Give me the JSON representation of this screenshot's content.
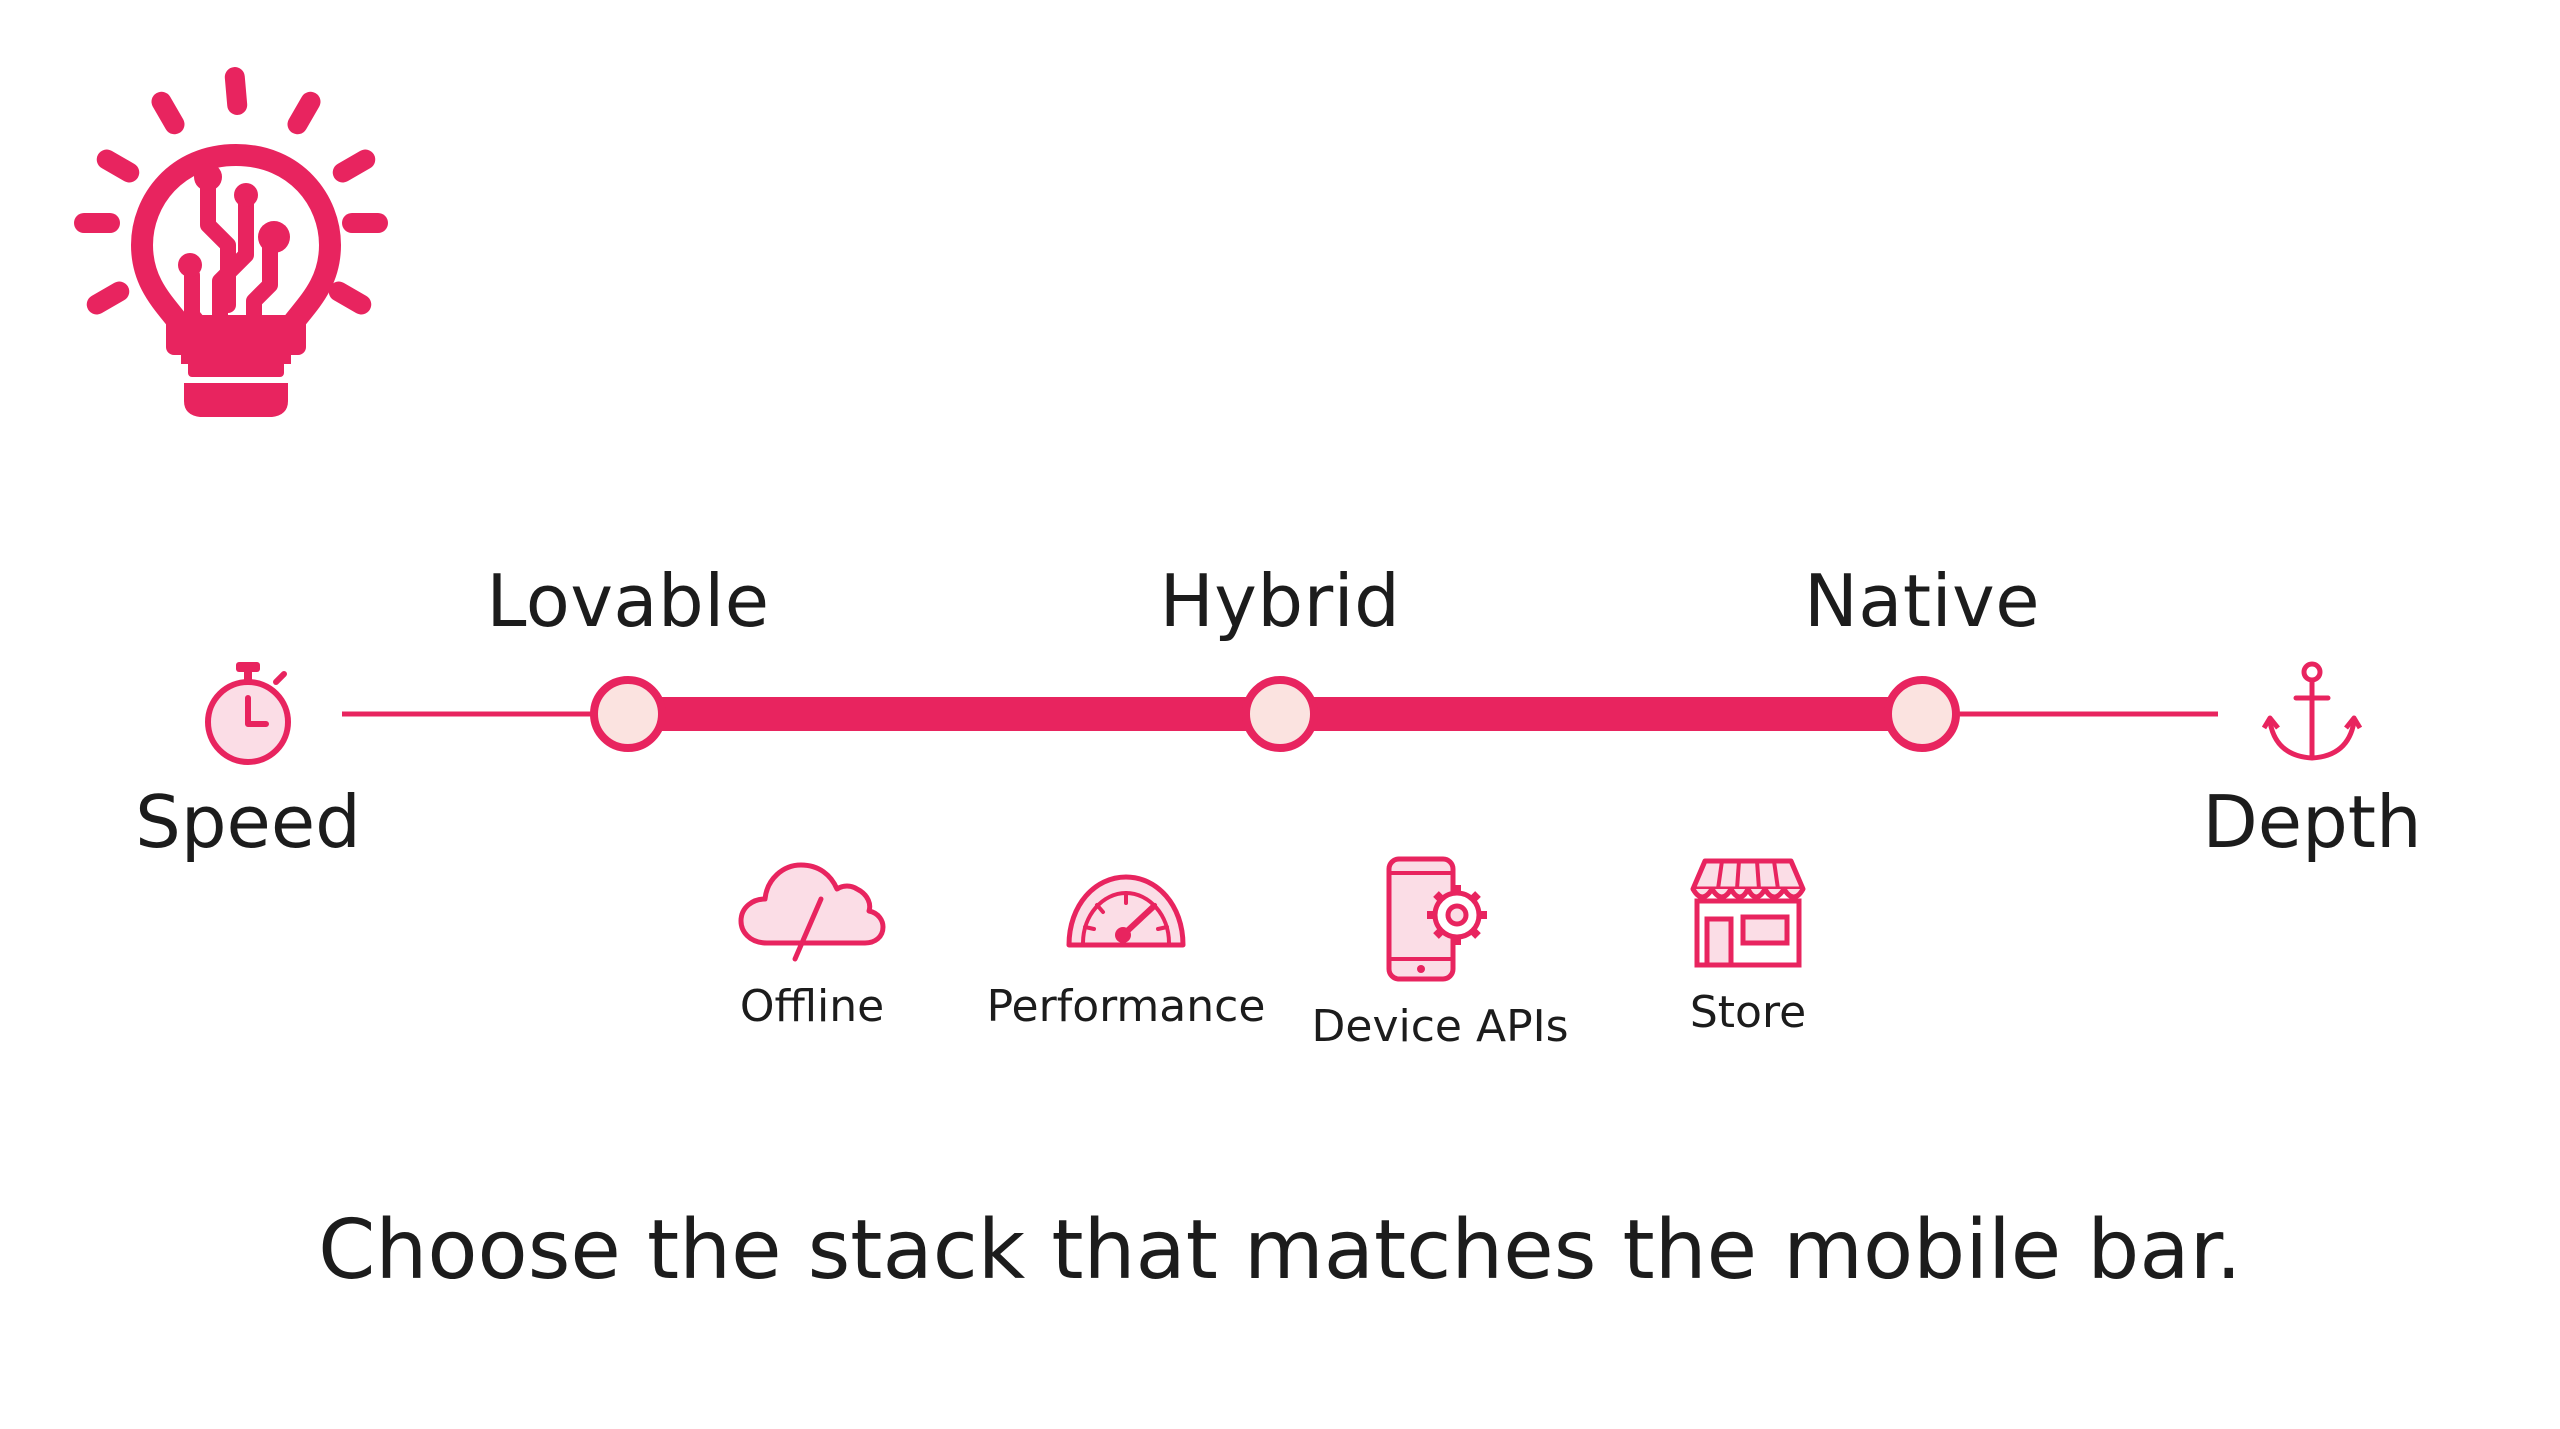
{
  "colors": {
    "accent": "#e8245f",
    "accent_light": "#fbdde6",
    "knob_fill": "#fbe3e0",
    "text": "#1c1c1c",
    "background": "#ffffff"
  },
  "logo": {
    "icon": "lightbulb-circuit-icon"
  },
  "spectrum": {
    "start": {
      "label": "Speed",
      "icon": "stopwatch-icon"
    },
    "end": {
      "label": "Depth",
      "icon": "anchor-icon"
    },
    "stops": [
      {
        "label": "Lovable"
      },
      {
        "label": "Hybrid"
      },
      {
        "label": "Native"
      }
    ]
  },
  "features": [
    {
      "label": "Offline",
      "icon": "cloud-offline-icon"
    },
    {
      "label": "Performance",
      "icon": "speedometer-icon"
    },
    {
      "label": "Device APIs",
      "icon": "phone-gear-icon"
    },
    {
      "label": "Store",
      "icon": "storefront-icon"
    }
  ],
  "caption": "Choose the stack that matches the mobile bar."
}
